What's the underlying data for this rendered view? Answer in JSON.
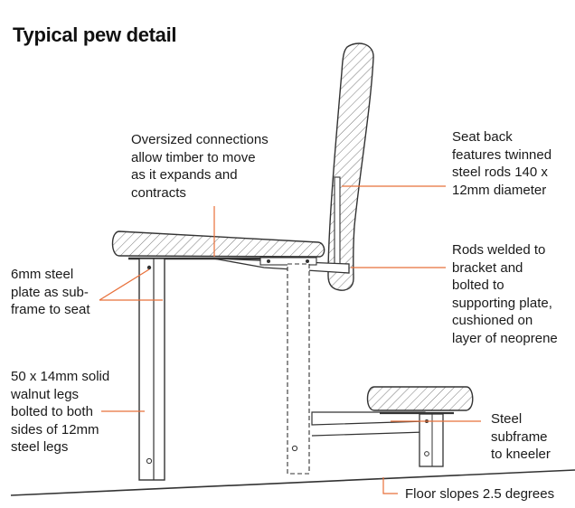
{
  "title": "Typical pew detail",
  "callouts": {
    "oversized_connections": [
      "Oversized connections",
      "allow timber to move",
      "as it expands and",
      "contracts"
    ],
    "seat_back": [
      "Seat back",
      "features twinned",
      "steel rods 140 x",
      "12mm diameter"
    ],
    "rods_welded": [
      "Rods welded to",
      "bracket and",
      "bolted to",
      "supporting plate,",
      "cushioned on",
      "layer of neoprene"
    ],
    "steel_plate": [
      "6mm steel",
      "plate as sub-",
      "frame to seat"
    ],
    "walnut_legs": [
      "50 x 14mm solid",
      "walnut legs",
      "bolted to both",
      "sides of 12mm",
      "steel legs"
    ],
    "steel_subframe": [
      "Steel",
      "subframe",
      "to kneeler"
    ],
    "floor_slopes": "Floor slopes 2.5 degrees"
  },
  "colors": {
    "leader": "#e8703a",
    "line": "#333333",
    "hatch": "#555555"
  }
}
